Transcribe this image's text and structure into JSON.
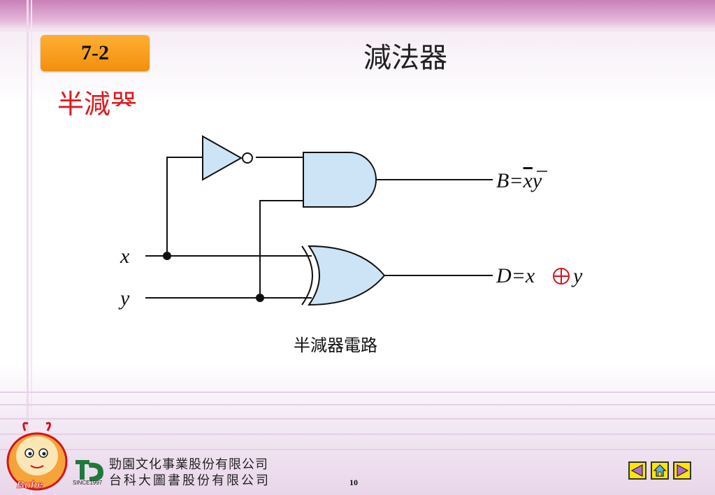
{
  "slide": {
    "section_badge": "7-2",
    "title": "減法器",
    "subtitle": "半減器",
    "caption": "半減器電路",
    "page_number": "10"
  },
  "circuit": {
    "input_x": "x",
    "input_y": "y",
    "output_b_prefix": "B=",
    "output_b_bar_var": "x",
    "output_b_var": "y",
    "output_d_prefix": "D=x",
    "output_d_var": "y",
    "xor_symbol_color": "#d2141b",
    "gate_fill": "#cde3f6"
  },
  "footer": {
    "company_line1": "勁園文化事業股份有限公司",
    "company_line2": "台科大圖書股份有限公司",
    "since_text": "SINCE1997",
    "mascot_label": "Bube"
  },
  "navigation": {
    "prev_icon": "prev-triangle-icon",
    "home_icon": "home-icon",
    "next_icon": "next-triangle-icon"
  },
  "colors": {
    "badge": "#f7931e",
    "subtitle": "#e0191d",
    "nav_button": "#ffe600"
  }
}
